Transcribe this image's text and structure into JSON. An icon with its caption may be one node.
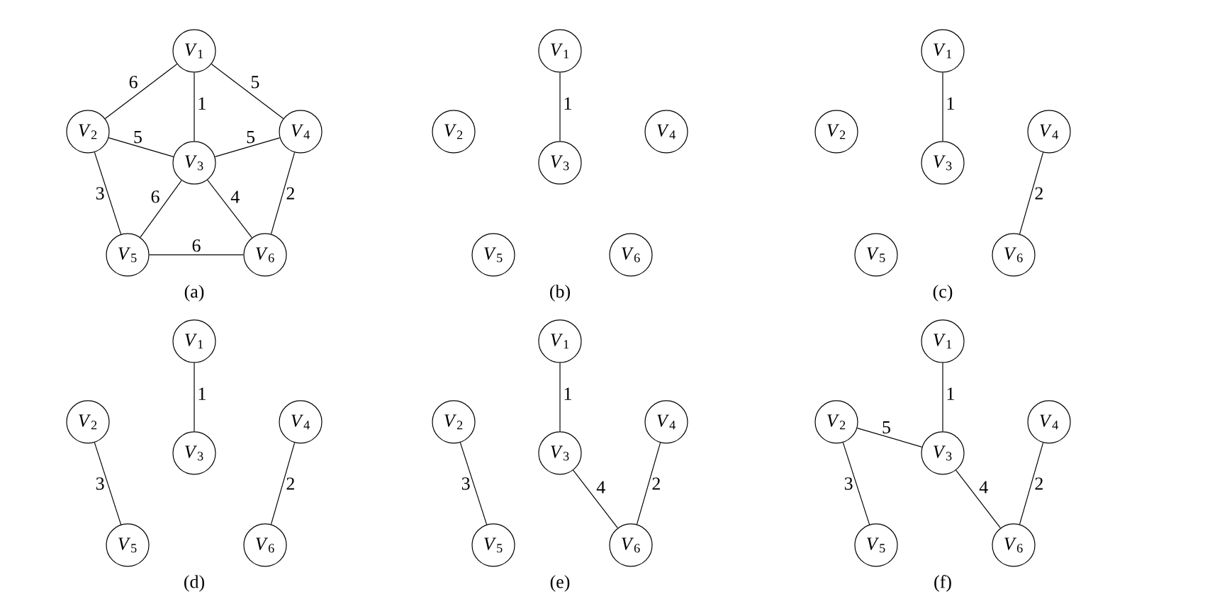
{
  "diagram": {
    "nodes": [
      {
        "text": [
          "*V*$_{1}$"
        ]
      },
      {
        "text": [
          "*V*$_{2}$"
        ]
      },
      {
        "text": [
          "*V*$_{3}$"
        ]
      },
      {
        "text": [
          "*V*$_{4}$"
        ]
      },
      {
        "text": [
          "*V*$_{5}$"
        ]
      },
      {
        "text": [
          "*V*$_{6}$"
        ]
      },
      {
        "text": [
          "*V*$_{1}$"
        ]
      },
      {
        "text": [
          "*V*$_{2}$"
        ]
      },
      {
        "text": [
          "*V*$_{3}$"
        ]
      },
      {
        "text": [
          "*V*$_{4}$"
        ]
      },
      {
        "text": [
          "*V*$_{5}$"
        ]
      },
      {
        "text": [
          "*V*$_{6}$"
        ]
      },
      {
        "text": [
          "*V*$_{1}$"
        ]
      },
      {
        "text": [
          "*V*$_{2}$"
        ]
      },
      {
        "text": [
          "*V*$_{3}$"
        ]
      },
      {
        "text": [
          "*V*$_{4}$"
        ]
      },
      {
        "text": [
          "*V*$_{5}$"
        ]
      },
      {
        "text": [
          "*V*$_{6}$"
        ]
      },
      {
        "text": [
          "*V*$_{1}$"
        ]
      },
      {
        "text": [
          "*V*$_{2}$"
        ]
      },
      {
        "text": [
          "*V*$_{3}$"
        ]
      },
      {
        "text": [
          "*V*$_{4}$"
        ]
      },
      {
        "text": [
          "*V*$_{5}$"
        ]
      },
      {
        "text": [
          "*V*$_{6}$"
        ]
      },
      {
        "text": [
          "*V*$_{1}$"
        ]
      },
      {
        "text": [
          "*V*$_{2}$"
        ]
      },
      {
        "text": [
          "*V*$_{3}$"
        ]
      },
      {
        "text": [
          "*V*$_{4}$"
        ]
      },
      {
        "text": [
          "*V*$_{5}$"
        ]
      },
      {
        "text": [
          "*V*$_{6}$"
        ]
      },
      {
        "text": [
          "*V*$_{1}$"
        ]
      },
      {
        "text": [
          "*V*$_{2}$"
        ]
      },
      {
        "text": [
          "*V*$_{3}$"
        ]
      },
      {
        "text": [
          "*V*$_{4}$"
        ]
      },
      {
        "text": [
          "*V*$_{5}$"
        ]
      },
      {
        "text": [
          "*V*$_{6}$"
        ]
      }
    ],
    "edges": [
      {
        "from": 0,
        "to": 1,
        "arrow": "none",
        "label": "6"
      },
      {
        "from": 0,
        "to": 3,
        "arrow": "none",
        "label": "5"
      },
      {
        "from": 0,
        "to": 2,
        "arrow": "none",
        "label": "1"
      },
      {
        "from": 1,
        "to": 2,
        "arrow": "none",
        "label": "5"
      },
      {
        "from": 2,
        "to": 3,
        "arrow": "none",
        "label": "5"
      },
      {
        "from": 1,
        "to": 4,
        "arrow": "none",
        "label": "3"
      },
      {
        "from": 2,
        "to": 4,
        "arrow": "none",
        "label": "6"
      },
      {
        "from": 2,
        "to": 5,
        "arrow": "none",
        "label": "4"
      },
      {
        "from": 3,
        "to": 5,
        "arrow": "none",
        "label": "2"
      },
      {
        "from": 4,
        "to": 5,
        "arrow": "none",
        "label": "6"
      },
      {
        "from": 6,
        "to": 8,
        "arrow": "none",
        "label": "1"
      },
      {
        "from": 12,
        "to": 14,
        "arrow": "none",
        "label": "1"
      },
      {
        "from": 15,
        "to": 17,
        "arrow": "none",
        "label": "2"
      },
      {
        "from": 18,
        "to": 20,
        "arrow": "none",
        "label": "1"
      },
      {
        "from": 19,
        "to": 22,
        "arrow": "none",
        "label": "3"
      },
      {
        "from": 21,
        "to": 23,
        "arrow": "none",
        "label": "2"
      },
      {
        "from": 24,
        "to": 26,
        "arrow": "none",
        "label": "1"
      },
      {
        "from": 25,
        "to": 28,
        "arrow": "none",
        "label": "3"
      },
      {
        "from": 27,
        "to": 29,
        "arrow": "none",
        "label": "2"
      },
      {
        "from": 26,
        "to": 29,
        "arrow": "none",
        "label": "4"
      },
      {
        "from": 30,
        "to": 32,
        "arrow": "none",
        "label": "1"
      },
      {
        "from": 31,
        "to": 34,
        "arrow": "none",
        "label": "3"
      },
      {
        "from": 33,
        "to": 35,
        "arrow": "none",
        "label": "2"
      },
      {
        "from": 32,
        "to": 35,
        "arrow": "none",
        "label": "4"
      },
      {
        "from": 31,
        "to": 32,
        "arrow": "none",
        "label": "5"
      }
    ],
    "labels": [
      "(a)",
      "(b)",
      "(c)",
      "(d)",
      "(e)",
      "(f)"
    ]
  }
}
